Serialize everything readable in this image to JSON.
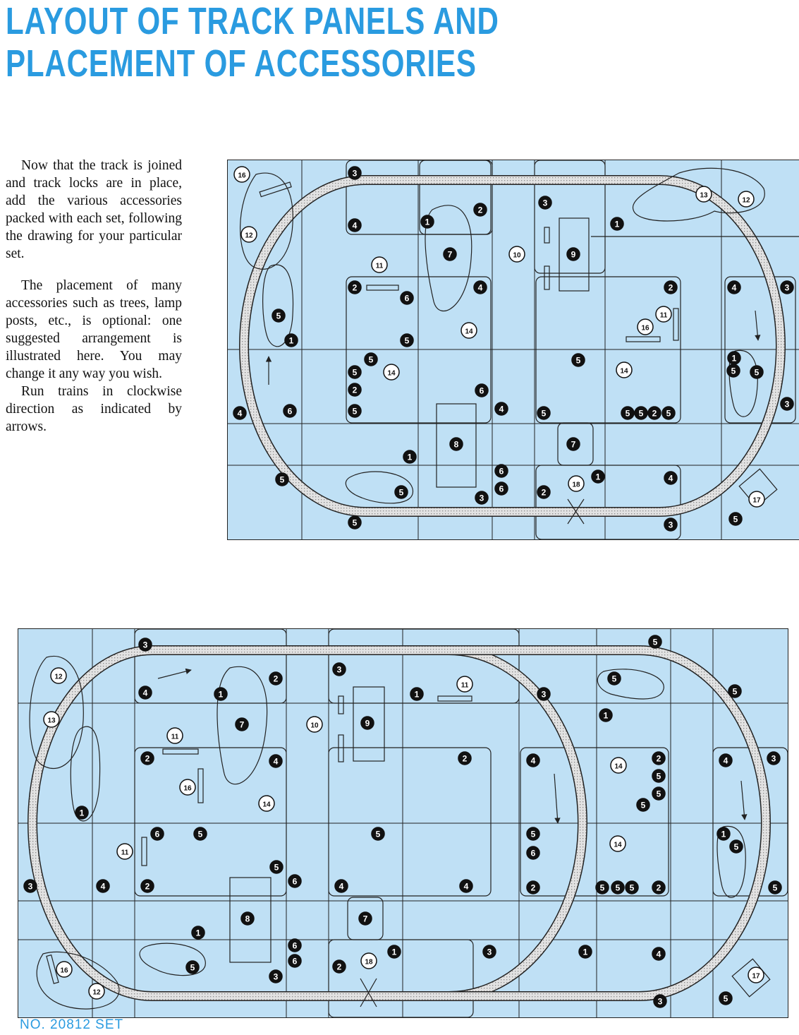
{
  "title": {
    "line1": "LAYOUT OF TRACK PANELS AND",
    "line2": "PLACEMENT OF ACCESSORIES"
  },
  "intro": {
    "p1": "Now that the track is joined and track locks are in place, add the various accessories packed with each set, following the drawing for your particular set.",
    "p2": "The placement of many accessories such as trees, lamp posts, etc., is optional: one suggested arrangement is illustrated here. You may change it any way you wish.",
    "p3": "Run trains in clockwise direction as indicated by arrows."
  },
  "colors": {
    "panel": "#bfe0f5",
    "title": "#2a9be0",
    "track_fill": "#d9d9d9",
    "line": "#222222"
  },
  "diagram_top": {
    "markers": [
      {
        "n": "16",
        "style": "outline"
      },
      {
        "n": "12",
        "style": "outline"
      },
      {
        "n": "3",
        "style": "filled"
      },
      {
        "n": "4",
        "style": "filled"
      },
      {
        "n": "2",
        "style": "filled"
      },
      {
        "n": "1",
        "style": "filled"
      },
      {
        "n": "7",
        "style": "filled"
      },
      {
        "n": "3",
        "style": "filled"
      },
      {
        "n": "10",
        "style": "outline"
      },
      {
        "n": "9",
        "style": "filled"
      },
      {
        "n": "1",
        "style": "filled"
      },
      {
        "n": "13",
        "style": "outline"
      },
      {
        "n": "12",
        "style": "outline"
      },
      {
        "n": "11",
        "style": "outline"
      },
      {
        "n": "2",
        "style": "filled"
      },
      {
        "n": "6",
        "style": "filled"
      },
      {
        "n": "4",
        "style": "filled"
      },
      {
        "n": "5",
        "style": "filled"
      },
      {
        "n": "1",
        "style": "filled"
      },
      {
        "n": "5",
        "style": "filled"
      },
      {
        "n": "14",
        "style": "outline"
      },
      {
        "n": "2",
        "style": "filled"
      },
      {
        "n": "11",
        "style": "outline"
      },
      {
        "n": "16",
        "style": "outline"
      },
      {
        "n": "4",
        "style": "filled"
      },
      {
        "n": "3",
        "style": "filled"
      },
      {
        "n": "5",
        "style": "filled"
      },
      {
        "n": "5",
        "style": "filled"
      },
      {
        "n": "14",
        "style": "outline"
      },
      {
        "n": "5",
        "style": "filled"
      },
      {
        "n": "5",
        "style": "filled"
      },
      {
        "n": "2",
        "style": "filled"
      },
      {
        "n": "5",
        "style": "filled"
      },
      {
        "n": "14",
        "style": "outline"
      },
      {
        "n": "1",
        "style": "filled"
      },
      {
        "n": "5",
        "style": "filled"
      },
      {
        "n": "3",
        "style": "filled"
      },
      {
        "n": "4",
        "style": "filled"
      },
      {
        "n": "6",
        "style": "filled"
      },
      {
        "n": "6",
        "style": "filled"
      },
      {
        "n": "4",
        "style": "filled"
      },
      {
        "n": "5",
        "style": "filled"
      },
      {
        "n": "5",
        "style": "filled"
      },
      {
        "n": "5",
        "style": "filled"
      },
      {
        "n": "2",
        "style": "filled"
      },
      {
        "n": "5",
        "style": "filled"
      },
      {
        "n": "8",
        "style": "filled"
      },
      {
        "n": "7",
        "style": "filled"
      },
      {
        "n": "1",
        "style": "filled"
      },
      {
        "n": "5",
        "style": "filled"
      },
      {
        "n": "5",
        "style": "filled"
      },
      {
        "n": "6",
        "style": "filled"
      },
      {
        "n": "6",
        "style": "filled"
      },
      {
        "n": "3",
        "style": "filled"
      },
      {
        "n": "2",
        "style": "filled"
      },
      {
        "n": "18",
        "style": "outline"
      },
      {
        "n": "1",
        "style": "filled"
      },
      {
        "n": "4",
        "style": "filled"
      },
      {
        "n": "5",
        "style": "filled"
      },
      {
        "n": "17",
        "style": "outline"
      },
      {
        "n": "5",
        "style": "filled"
      },
      {
        "n": "3",
        "style": "filled"
      }
    ]
  },
  "diagram_bottom": {
    "markers": [
      {
        "n": "3",
        "style": "filled"
      },
      {
        "n": "5",
        "style": "filled"
      },
      {
        "n": "12",
        "style": "outline"
      },
      {
        "n": "4",
        "style": "filled"
      },
      {
        "n": "1",
        "style": "filled"
      },
      {
        "n": "2",
        "style": "filled"
      },
      {
        "n": "3",
        "style": "filled"
      },
      {
        "n": "11",
        "style": "outline"
      },
      {
        "n": "1",
        "style": "filled"
      },
      {
        "n": "3",
        "style": "filled"
      },
      {
        "n": "5",
        "style": "filled"
      },
      {
        "n": "5",
        "style": "filled"
      },
      {
        "n": "13",
        "style": "outline"
      },
      {
        "n": "7",
        "style": "filled"
      },
      {
        "n": "10",
        "style": "outline"
      },
      {
        "n": "9",
        "style": "filled"
      },
      {
        "n": "1",
        "style": "filled"
      },
      {
        "n": "11",
        "style": "outline"
      },
      {
        "n": "2",
        "style": "filled"
      },
      {
        "n": "4",
        "style": "filled"
      },
      {
        "n": "2",
        "style": "filled"
      },
      {
        "n": "4",
        "style": "filled"
      },
      {
        "n": "14",
        "style": "outline"
      },
      {
        "n": "2",
        "style": "filled"
      },
      {
        "n": "4",
        "style": "filled"
      },
      {
        "n": "3",
        "style": "filled"
      },
      {
        "n": "16",
        "style": "outline"
      },
      {
        "n": "14",
        "style": "outline"
      },
      {
        "n": "5",
        "style": "filled"
      },
      {
        "n": "5",
        "style": "filled"
      },
      {
        "n": "5",
        "style": "filled"
      },
      {
        "n": "1",
        "style": "filled"
      },
      {
        "n": "6",
        "style": "filled"
      },
      {
        "n": "5",
        "style": "filled"
      },
      {
        "n": "11",
        "style": "outline"
      },
      {
        "n": "5",
        "style": "filled"
      },
      {
        "n": "5",
        "style": "filled"
      },
      {
        "n": "14",
        "style": "outline"
      },
      {
        "n": "1",
        "style": "filled"
      },
      {
        "n": "5",
        "style": "filled"
      },
      {
        "n": "6",
        "style": "filled"
      },
      {
        "n": "5",
        "style": "filled"
      },
      {
        "n": "3",
        "style": "filled"
      },
      {
        "n": "4",
        "style": "filled"
      },
      {
        "n": "2",
        "style": "filled"
      },
      {
        "n": "6",
        "style": "filled"
      },
      {
        "n": "4",
        "style": "filled"
      },
      {
        "n": "4",
        "style": "filled"
      },
      {
        "n": "2",
        "style": "filled"
      },
      {
        "n": "5",
        "style": "filled"
      },
      {
        "n": "5",
        "style": "filled"
      },
      {
        "n": "5",
        "style": "filled"
      },
      {
        "n": "2",
        "style": "filled"
      },
      {
        "n": "5",
        "style": "filled"
      },
      {
        "n": "8",
        "style": "filled"
      },
      {
        "n": "7",
        "style": "filled"
      },
      {
        "n": "1",
        "style": "filled"
      },
      {
        "n": "6",
        "style": "filled"
      },
      {
        "n": "6",
        "style": "filled"
      },
      {
        "n": "1",
        "style": "filled"
      },
      {
        "n": "3",
        "style": "filled"
      },
      {
        "n": "1",
        "style": "filled"
      },
      {
        "n": "4",
        "style": "filled"
      },
      {
        "n": "5",
        "style": "filled"
      },
      {
        "n": "3",
        "style": "filled"
      },
      {
        "n": "2",
        "style": "filled"
      },
      {
        "n": "18",
        "style": "outline"
      },
      {
        "n": "16",
        "style": "outline"
      },
      {
        "n": "12",
        "style": "outline"
      },
      {
        "n": "17",
        "style": "outline"
      },
      {
        "n": "5",
        "style": "filled"
      },
      {
        "n": "3",
        "style": "filled"
      }
    ]
  },
  "footer": {
    "set_number": "NO. 20812 SET"
  }
}
